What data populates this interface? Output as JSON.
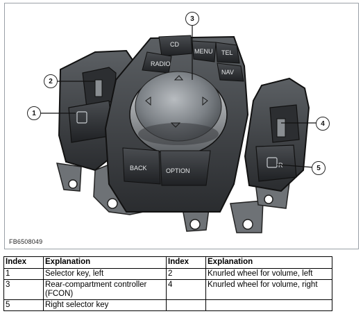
{
  "figure": {
    "code": "FB6508049",
    "callouts": [
      "1",
      "2",
      "3",
      "4",
      "5"
    ],
    "button_labels": {
      "cd": "CD",
      "menu": "MENU",
      "tel": "TEL",
      "radio": "RADIO",
      "nav": "NAV",
      "back": "BACK",
      "option": "OPTION"
    }
  },
  "table": {
    "headers": [
      "Index",
      "Explanation",
      "Index",
      "Explanation"
    ],
    "rows": [
      [
        "1",
        "Selector key, left",
        "2",
        "Knurled wheel for volume, left"
      ],
      [
        "3",
        "Rear-compartment controller (FCON)",
        "4",
        "Knurled wheel for volume, right"
      ],
      [
        "5",
        "Right selector key",
        "",
        ""
      ]
    ]
  }
}
